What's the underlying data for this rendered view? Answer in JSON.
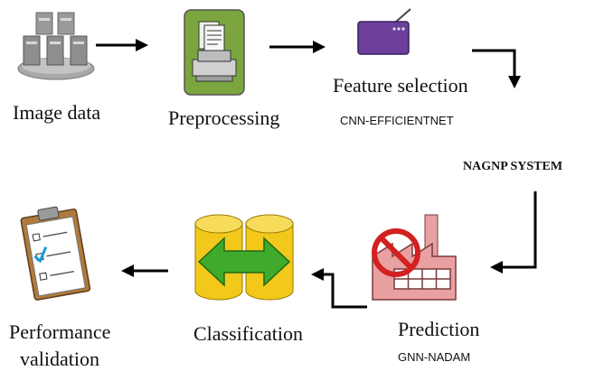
{
  "steps": {
    "image_data": "Image data",
    "preprocessing": "Preprocessing",
    "feature_selection": "Feature selection",
    "feature_method": "CNN-EFFICIENTNET",
    "system_name": "NAGNP SYSTEM",
    "prediction": "Prediction",
    "prediction_method": "GNN-NADAM",
    "classification": "Classification",
    "performance_line1": "Performance",
    "performance_line2": "validation"
  },
  "icons": {
    "image_data": "server-stack-icon",
    "preprocessing": "document-printer-icon",
    "feature_selection": "radio-device-icon",
    "prediction": "factory-prohibited-icon",
    "classification": "database-exchange-icon",
    "performance": "clipboard-checklist-icon"
  },
  "colors": {
    "preprocessing_bg": "#7aa53f",
    "feature_device": "#6b3f9a",
    "classification_db": "#f2c81a",
    "classification_arrow": "#3faa2c",
    "prediction_factory": "#e8a0a0",
    "prohibited": "#d32020"
  }
}
